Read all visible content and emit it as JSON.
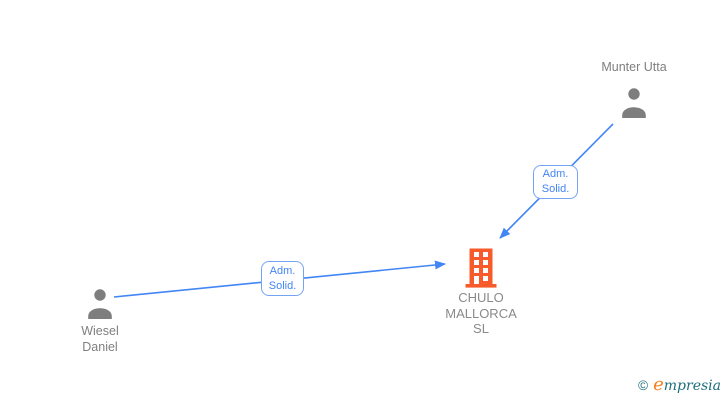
{
  "diagram": {
    "type": "company-relations-graph",
    "nodes": {
      "person_top": {
        "type": "person",
        "name": "Munter Utta",
        "lines": [
          "Munter Utta"
        ]
      },
      "person_left": {
        "type": "person",
        "name": "Wiesel Daniel",
        "lines": [
          "Wiesel",
          "Daniel"
        ]
      },
      "company": {
        "type": "company",
        "name": "CHULO MALLORCA SL",
        "lines": [
          "CHULO",
          "MALLORCA",
          "SL"
        ]
      }
    },
    "edges": [
      {
        "from": "Munter Utta",
        "to": "CHULO MALLORCA SL",
        "label_lines": [
          "Adm.",
          "Solid."
        ]
      },
      {
        "from": "Wiesel Daniel",
        "to": "CHULO MALLORCA SL",
        "label_lines": [
          "Adm.",
          "Solid."
        ]
      }
    ]
  },
  "watermark": {
    "copyright": "©",
    "brand_initial": "e",
    "brand_rest": "mpresia"
  },
  "colors": {
    "background": "#ffffff",
    "edge_blue": "#4285f4",
    "edge_label_border": "#76a4f5",
    "edge_label_text": "#4285f4",
    "person_gray": "#7e7e7e",
    "node_text_gray": "#8a8a8a",
    "company_orange": "#f75b2b",
    "brand_teal": "#1e6e7c",
    "brand_orange": "#f58220"
  }
}
